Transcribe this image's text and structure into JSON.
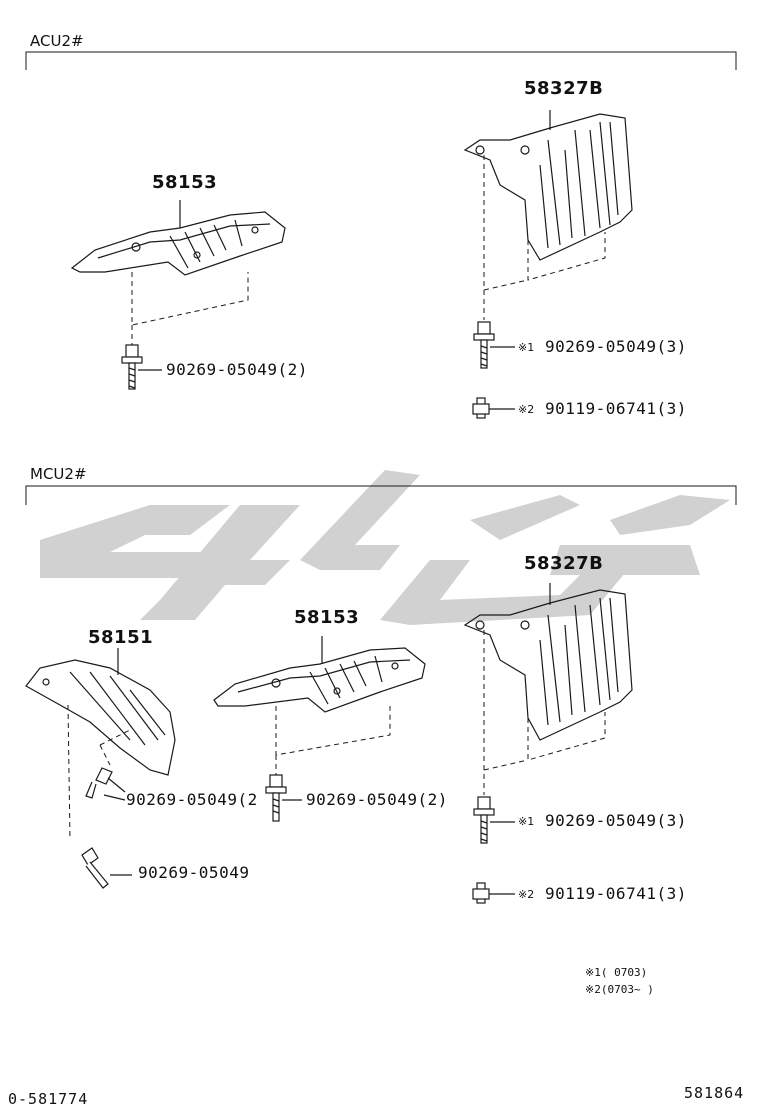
{
  "sections": {
    "acu": {
      "label": "ACU2#"
    },
    "mcu": {
      "label": "MCU2#"
    }
  },
  "parts": {
    "acu_58153": "58153",
    "acu_58327b": "58327B",
    "mcu_58151": "58151",
    "mcu_58153": "58153",
    "mcu_58327b": "58327B"
  },
  "fasteners": {
    "acu_left": "90269-05049(2)",
    "acu_right_1": "90269-05049(3)",
    "acu_right_2": "90119-06741(3)",
    "mcu_58151_a": "90269-05049(2",
    "mcu_58151_b": "90269-05049",
    "mcu_58153": "90269-05049(2)",
    "mcu_right_1": "90269-05049(3)",
    "mcu_right_2": "90119-06741(3)"
  },
  "marks": {
    "m1": "※1",
    "m2": "※2"
  },
  "notes": {
    "note1": "※1(      0703)",
    "note2": "※2(0703~      )"
  },
  "footer": {
    "left_code": "0-581774",
    "right_code": "581864"
  },
  "colors": {
    "line": "#1a1a1a",
    "watermark": "#cfcfcf"
  }
}
